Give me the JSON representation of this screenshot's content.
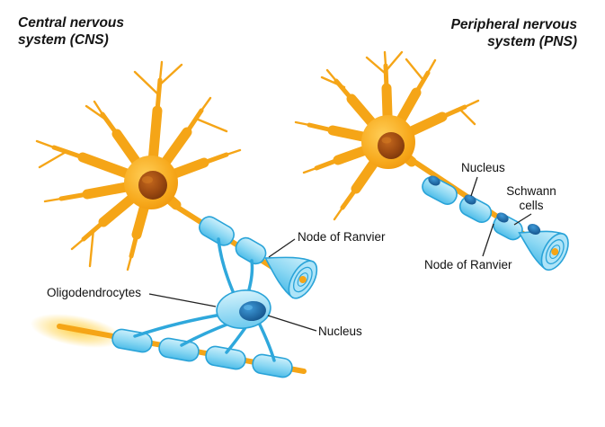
{
  "titles": {
    "cns_line1": "Central nervous",
    "cns_line2": "system (CNS)",
    "pns_line1": "Peripheral nervous",
    "pns_line2": "system (PNS)"
  },
  "labels": {
    "node_of_ranvier_cns": "Node of Ranvier",
    "oligodendrocytes": "Oligodendrocytes",
    "nucleus_cns": "Nucleus",
    "nucleus_pns": "Nucleus",
    "schwann_cells": "Schwann cells",
    "node_of_ranvier_pns": "Node of Ranvier"
  },
  "colors": {
    "background": "#FFFFFF",
    "neuron_body": "#F5A517",
    "neuron_nucleus": "#8A4613",
    "myelin_fill": "#7FD2F0",
    "myelin_outline": "#29A3D8",
    "glial_nucleus": "#145992",
    "label_text": "#111111"
  }
}
